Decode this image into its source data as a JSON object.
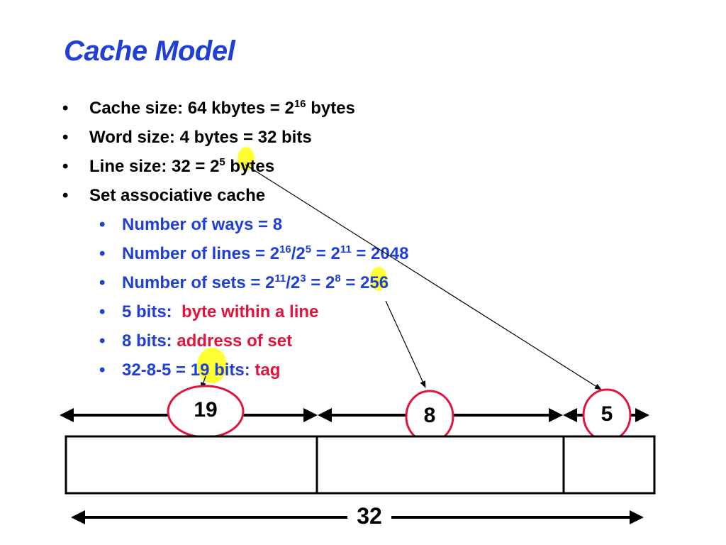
{
  "slide": {
    "title": "Cache Model"
  },
  "bullets": [
    {
      "text": "Cache size: 64 kbytes = 2",
      "sup": "16",
      "after": " bytes"
    },
    {
      "text": "Word size: 4 bytes = 32 bits"
    },
    {
      "text": "Line size: 32 = 2",
      "sup": "5",
      "after": " bytes"
    },
    {
      "text": "Set associative cache"
    }
  ],
  "sub_bullets": {
    "ways": "Number of ways = 8",
    "lines": {
      "a": "Number of lines = 2",
      "sup1": "16",
      "b": "/2",
      "sup2": "5",
      "c": " = 2",
      "sup3": "11",
      "d": " = 2048"
    },
    "sets": {
      "a": "Number of sets = 2",
      "sup1": "11",
      "b": "/2",
      "sup2": "3",
      "c": " = 2",
      "sup3": "8",
      "d": " = 256"
    },
    "five_bits": {
      "label": "5 bits:  ",
      "value": "byte within a line"
    },
    "eight_bits": {
      "label": "8 bits: ",
      "value": "address of set"
    },
    "tag_bits": {
      "label": "32-8-5 = 19 bits: ",
      "value": "tag"
    }
  },
  "address_fields": [
    {
      "label": "19"
    },
    {
      "label": "8"
    },
    {
      "label": "5"
    }
  ],
  "total_width_label": "32",
  "colors": {
    "title": "#1f3fd6",
    "sub_bullet": "#1f3fd6",
    "emphasis": "#e0143c",
    "circle_border": "#e0143c",
    "highlight": "#ffff33"
  }
}
